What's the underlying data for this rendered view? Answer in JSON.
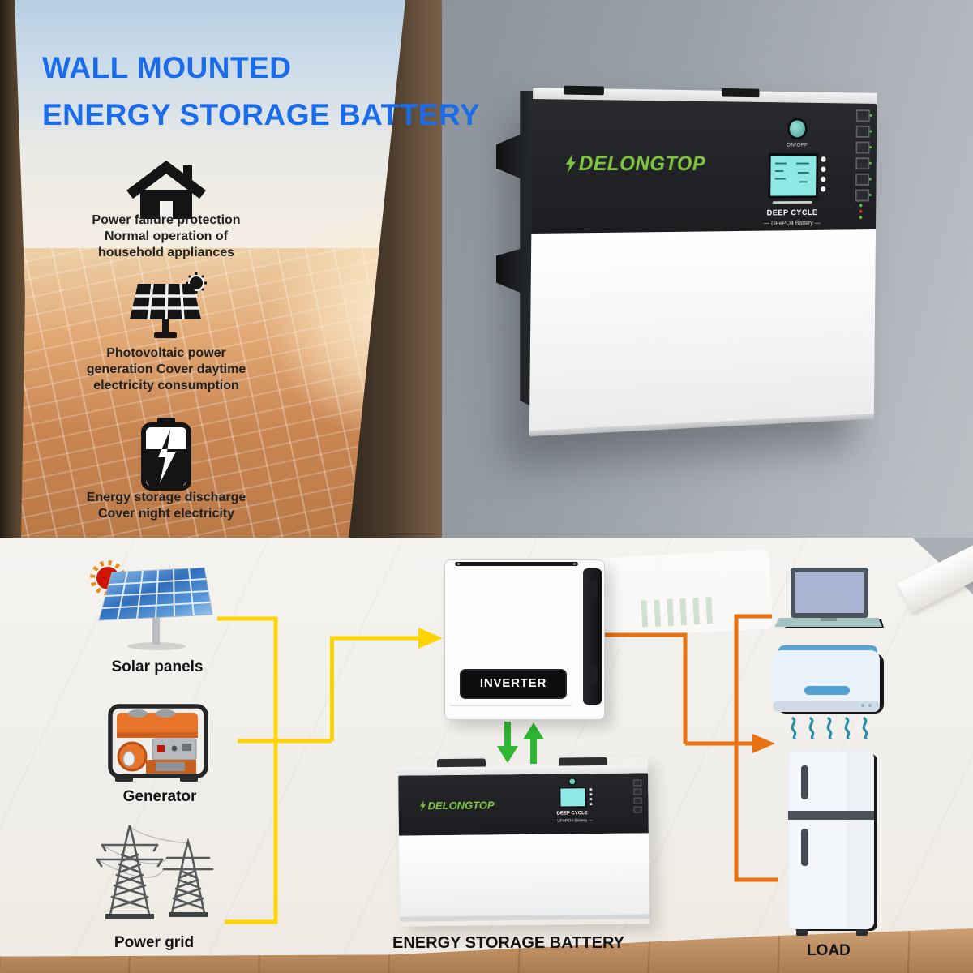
{
  "title": {
    "line1": "WALL MOUNTED",
    "line2": "ENERGY STORAGE BATTERY",
    "color": "#1a6ceb"
  },
  "features": [
    {
      "icon": "house-icon",
      "text": "Power failure protection\nNormal operation of\nhousehold appliances"
    },
    {
      "icon": "solar-panel-sun-icon",
      "text": "Photovoltaic power\ngeneration Cover daytime\nelectricity consumption"
    },
    {
      "icon": "battery-discharge-icon",
      "text": "Energy storage discharge\nCover night electricity"
    }
  ],
  "product": {
    "brand": "DELONGTOP",
    "switch_label": "ON/OFF",
    "type_label": "DEEP CYCLE",
    "chem_label": "— LiFePO4 Battery —"
  },
  "diagram": {
    "sources": [
      {
        "icon": "solar-panels-icon",
        "label": "Solar panels"
      },
      {
        "icon": "generator-icon",
        "label": "Generator"
      },
      {
        "icon": "power-grid-icon",
        "label": "Power grid"
      }
    ],
    "inverter": {
      "label": "INVERTER"
    },
    "battery": {
      "label": "ENERGY STORAGE BATTERY",
      "brand": "DELONGTOP"
    },
    "load": {
      "label": "LOAD",
      "devices": [
        "laptop-icon",
        "air-conditioner-icon",
        "refrigerator-icon"
      ]
    },
    "line_colors": {
      "sources_to_inverter": "#FFD400",
      "inverter_to_loads": "#E87212",
      "charge_discharge_arrows": "#2FB834"
    }
  }
}
